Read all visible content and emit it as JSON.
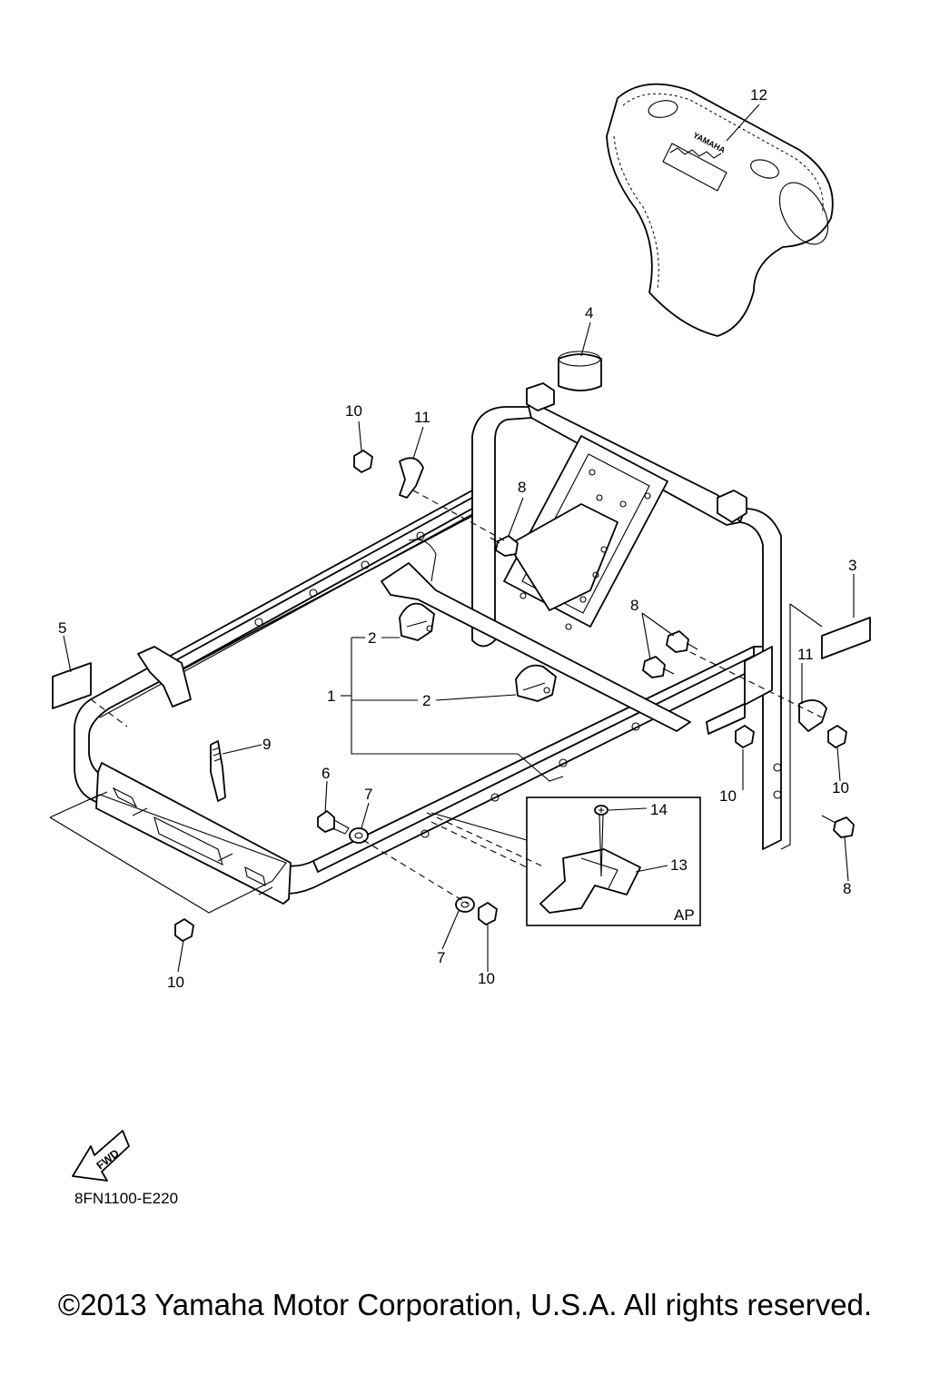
{
  "diagram": {
    "callouts": {
      "c1": "1",
      "c2a": "2",
      "c2b": "2",
      "c3": "3",
      "c4": "4",
      "c5": "5",
      "c6": "6",
      "c7a": "7",
      "c7b": "7",
      "c8a": "8",
      "c8b": "8",
      "c8c": "8",
      "c9": "9",
      "c10a": "10",
      "c10b": "10",
      "c10c": "10",
      "c10d": "10",
      "c10e": "10",
      "c11a": "11",
      "c11b": "11",
      "c12": "12",
      "c13": "13",
      "c14": "14"
    },
    "inset_label": "AP",
    "fwd_label": "FWD",
    "pad_brand": "YAMAHA",
    "drawing_code": "8FN1100-E220"
  },
  "footer": {
    "copyright": "©2013 Yamaha Motor Corporation, U.S.A. All rights reserved."
  }
}
